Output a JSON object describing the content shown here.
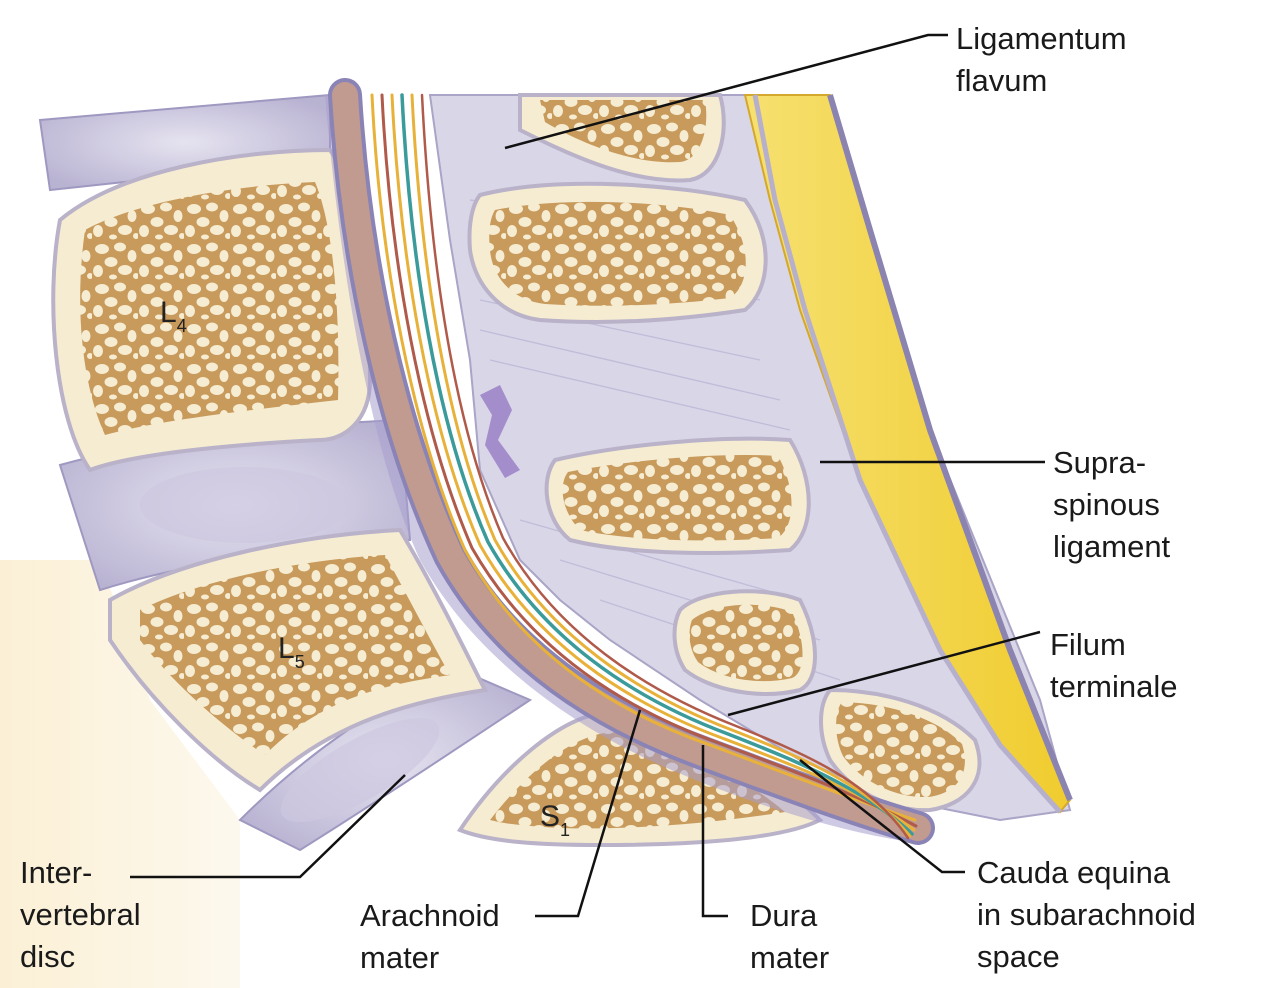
{
  "labels": {
    "ligamentum_flavum": [
      "Ligamentum",
      "flavum"
    ],
    "supraspinous": [
      "Supra-",
      "spinous",
      "ligament"
    ],
    "filum": [
      "Filum",
      "terminale"
    ],
    "cauda": [
      "Cauda equina",
      "in subarachnoid",
      "space"
    ],
    "disc": [
      "Inter-",
      "vertebral",
      "disc"
    ],
    "arachnoid": [
      "Arachnoid",
      "mater"
    ],
    "dura": [
      "Dura",
      "mater"
    ]
  },
  "vertebrae": {
    "l4": {
      "letter": "L",
      "sub": "4"
    },
    "l5": {
      "letter": "L",
      "sub": "5"
    },
    "s1": {
      "letter": "S",
      "sub": "1"
    }
  },
  "colors": {
    "bone_fill": "#f5ecd1",
    "bone_outline": "#b9b2c8",
    "trabecula": "#c89a5c",
    "disc": "#c9c4db",
    "ligament": "#cfcbe0",
    "fat": "#f2d23e",
    "dura": "#8a83b6",
    "cauda_yellow": "#e8b23a",
    "filum_teal": "#3b9a9a",
    "cauda_red": "#b05a4a"
  }
}
